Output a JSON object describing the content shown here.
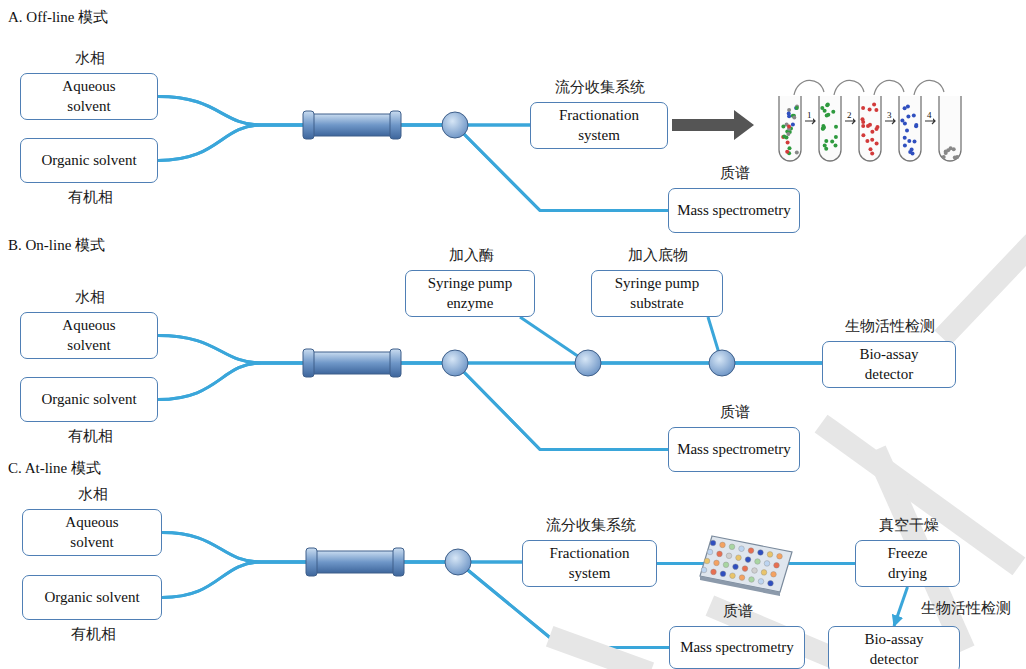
{
  "diagram": {
    "nodes": [
      {
        "text": [
          "水相",
          "Aqueous solvent"
        ]
      },
      {
        "text": [
          "Organic solvent",
          "有机相"
        ]
      },
      {
        "text": [
          "流分收集系统",
          "Fractionation system"
        ]
      },
      {
        "text": [
          "质谱",
          "Mass spectrometry"
        ]
      },
      {
        "text": [
          "水相",
          "Aqueous solvent"
        ]
      },
      {
        "text": [
          "Organic solvent",
          "有机相"
        ]
      },
      {
        "text": [
          "加入酶",
          "Syringe pump enzyme"
        ]
      },
      {
        "text": [
          "加入底物",
          "Syringe pump substrate"
        ]
      },
      {
        "text": [
          "生物活性检测",
          "Bio-assay detector"
        ]
      },
      {
        "text": [
          "质谱",
          "Mass spectrometry"
        ]
      },
      {
        "text": [
          "水相",
          "Aqueous solvent"
        ]
      },
      {
        "text": [
          "Organic solvent",
          "有机相"
        ]
      },
      {
        "text": [
          "流分收集系统",
          "Fractionation system"
        ]
      },
      {
        "text": [
          "真空干燥",
          "Freeze drying"
        ]
      },
      {
        "text": [
          "质谱",
          "Mass spectrometry"
        ]
      },
      {
        "text": [
          "生物活性检测",
          "Bio-assay detector"
        ]
      }
    ],
    "edges": [
      {
        "from": 0,
        "to": 2,
        "arrow": "none"
      },
      {
        "from": 1,
        "to": 2,
        "arrow": "none"
      },
      {
        "from": 0,
        "to": 3,
        "arrow": "none"
      },
      {
        "from": 1,
        "to": 3,
        "arrow": "none"
      },
      {
        "from": 4,
        "to": 8,
        "arrow": "none"
      },
      {
        "from": 5,
        "to": 8,
        "arrow": "none"
      },
      {
        "from": 4,
        "to": 9,
        "arrow": "none"
      },
      {
        "from": 5,
        "to": 9,
        "arrow": "none"
      },
      {
        "from": 6,
        "to": 8,
        "arrow": "none"
      },
      {
        "from": 7,
        "to": 8,
        "arrow": "none"
      },
      {
        "from": 10,
        "to": 12,
        "arrow": "none"
      },
      {
        "from": 11,
        "to": 12,
        "arrow": "none"
      },
      {
        "from": 10,
        "to": 14,
        "arrow": "none"
      },
      {
        "from": 11,
        "to": 14,
        "arrow": "none"
      },
      {
        "from": 12,
        "to": 13,
        "arrow": "none"
      },
      {
        "from": 13,
        "to": 15,
        "arrow": "to"
      }
    ],
    "labels": [
      "A. Off-line 模式",
      "B. On-line 模式",
      "C. At-line 模式",
      "1",
      "2",
      "3",
      "4"
    ]
  }
}
